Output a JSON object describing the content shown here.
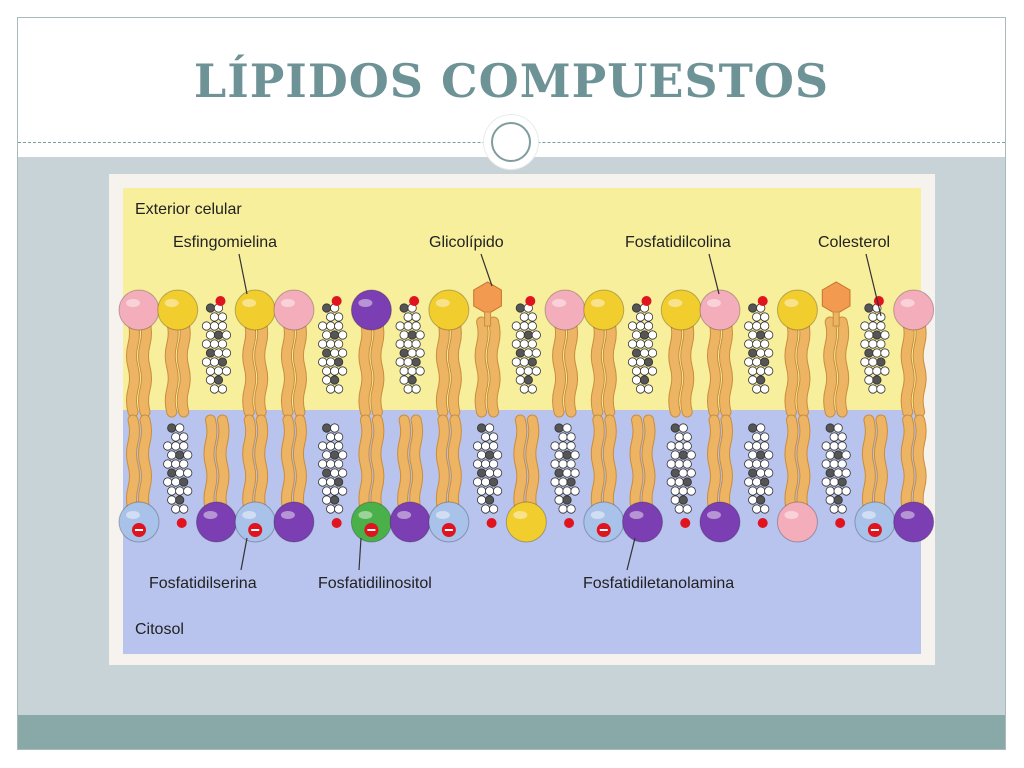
{
  "slide": {
    "title": "LÍPIDOS COMPUESTOS"
  },
  "figure": {
    "region_labels": {
      "exterior": "Exterior celular",
      "cytosol": "Citosol"
    },
    "outer_labels": [
      {
        "key": "esfingomielina",
        "text": "Esfingomielina"
      },
      {
        "key": "glicolipido",
        "text": "Glicolípido"
      },
      {
        "key": "fosfatidilcolina",
        "text": "Fosfatidilcolina"
      },
      {
        "key": "colesterol",
        "text": "Colesterol"
      }
    ],
    "inner_labels": [
      {
        "key": "fosfatidilserina",
        "text": "Fosfatidilserina"
      },
      {
        "key": "fosfatidilinositol",
        "text": "Fosfatidilinositol"
      },
      {
        "key": "fosfatidiletanolamina",
        "text": "Fosfatidiletanolamina"
      }
    ],
    "colors": {
      "exterior": "#f7ef9c",
      "cytosol": "#b8c4ee",
      "tail": "#edb463",
      "tail_outline": "#c98d3c",
      "esfingomielina": "#f2cd2e",
      "fosfatidilcolina": "#f4aebb",
      "fosfatidilserina": "#a9c2ea",
      "fosfatidiletanolamina": "#7b3fb3",
      "fosfatidilinositol": "#4ab04a",
      "glicolipido": "#f19a50",
      "cholesterol_oh": "#e0141e"
    },
    "outer_leaflet": [
      "fosfatidilcolina",
      "esfingomielina",
      "cholesterol",
      "esfingomielina",
      "fosfatidilcolina",
      "cholesterol",
      "fosfatidiletanolamina",
      "cholesterol",
      "esfingomielina",
      "glicolipido",
      "cholesterol",
      "fosfatidilcolina",
      "esfingomielina",
      "cholesterol",
      "esfingomielina",
      "fosfatidilcolina",
      "cholesterol",
      "esfingomielina",
      "glicolipido",
      "cholesterol",
      "fosfatidilcolina"
    ],
    "inner_leaflet": [
      "fosfatidilserina",
      "cholesterol",
      "fosfatidiletanolamina",
      "fosfatidilserina",
      "fosfatidiletanolamina",
      "cholesterol",
      "fosfatidilinositol",
      "fosfatidiletanolamina",
      "fosfatidilserina",
      "cholesterol",
      "esfingomielina",
      "cholesterol",
      "fosfatidilserina",
      "fosfatidiletanolamina",
      "cholesterol",
      "fosfatidiletanolamina",
      "cholesterol",
      "fosfatidilcolina",
      "cholesterol",
      "fosfatidilserina",
      "fosfatidiletanolamina"
    ]
  }
}
